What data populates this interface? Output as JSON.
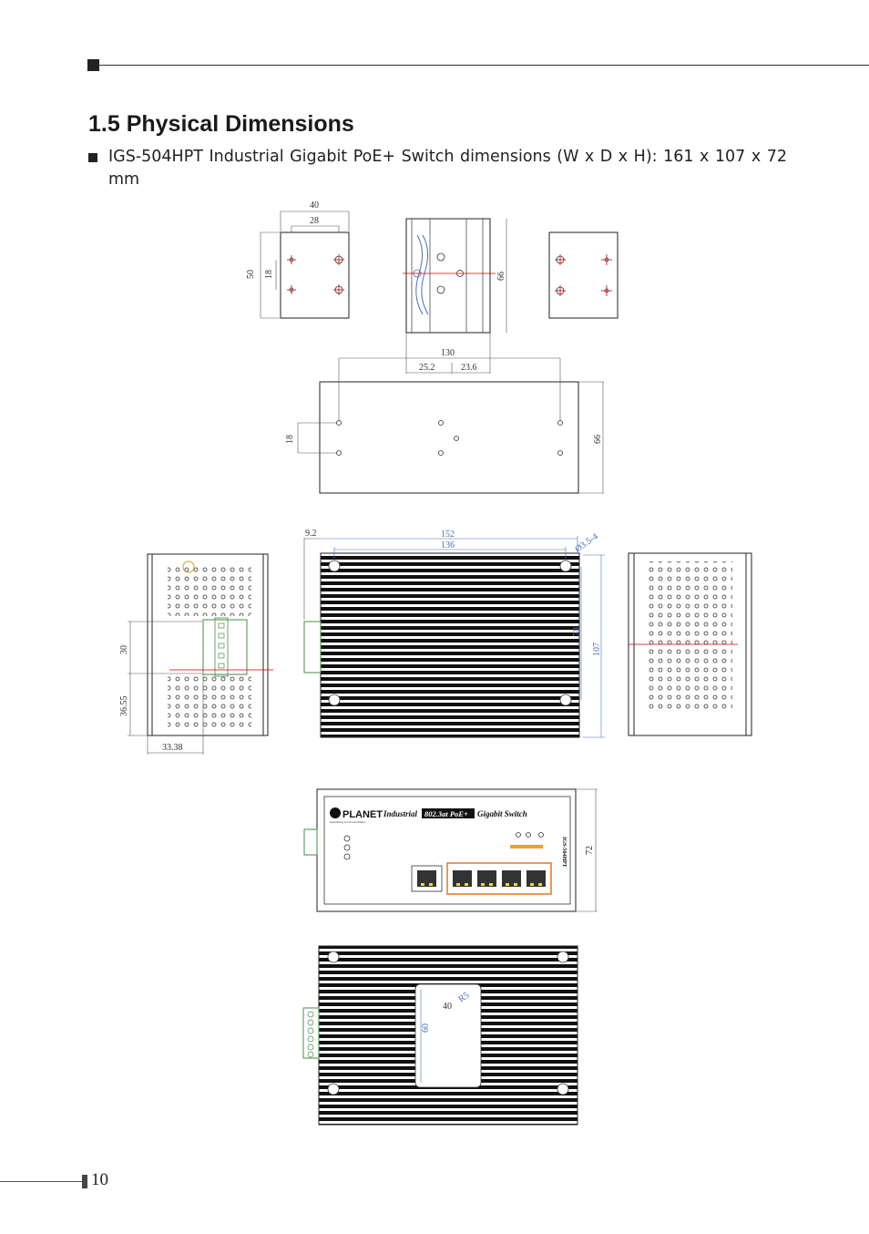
{
  "section": {
    "title": "1.5 Physical Dimensions",
    "bullet": "IGS-504HPT Industrial Gigabit PoE+ Switch dimensions (W x D x H): 161 x 107 x 72 mm"
  },
  "drawing": {
    "dims_top": {
      "w40": "40",
      "w28": "28",
      "h50": "50",
      "h18": "18",
      "h66": "66"
    },
    "dims_plate": {
      "w130": "130",
      "w25": "25.2",
      "w23": "23.6",
      "h18": "18",
      "h66": "66"
    },
    "dims_side": {
      "d30": "30",
      "d36": "36.55",
      "d33": "33.38"
    },
    "dims_top_view": {
      "d9": "9.2",
      "d152": "152",
      "d136": "136",
      "d_hole": "Ø3.5-4",
      "d107": "107",
      "d78": "78"
    },
    "dims_front": {
      "d72": "72"
    },
    "front_panel": {
      "brand": "PLANET",
      "brand_tagline": "Networking & Communication",
      "title_left": "Industrial",
      "title_mid": "802.3at PoE+",
      "title_right": "Gigabit Switch",
      "model": "IGS-504HPT"
    },
    "dims_bottom": {
      "d40": "40",
      "d60": "60",
      "d_diag": "R5"
    }
  },
  "footer": {
    "page_number": "10"
  }
}
